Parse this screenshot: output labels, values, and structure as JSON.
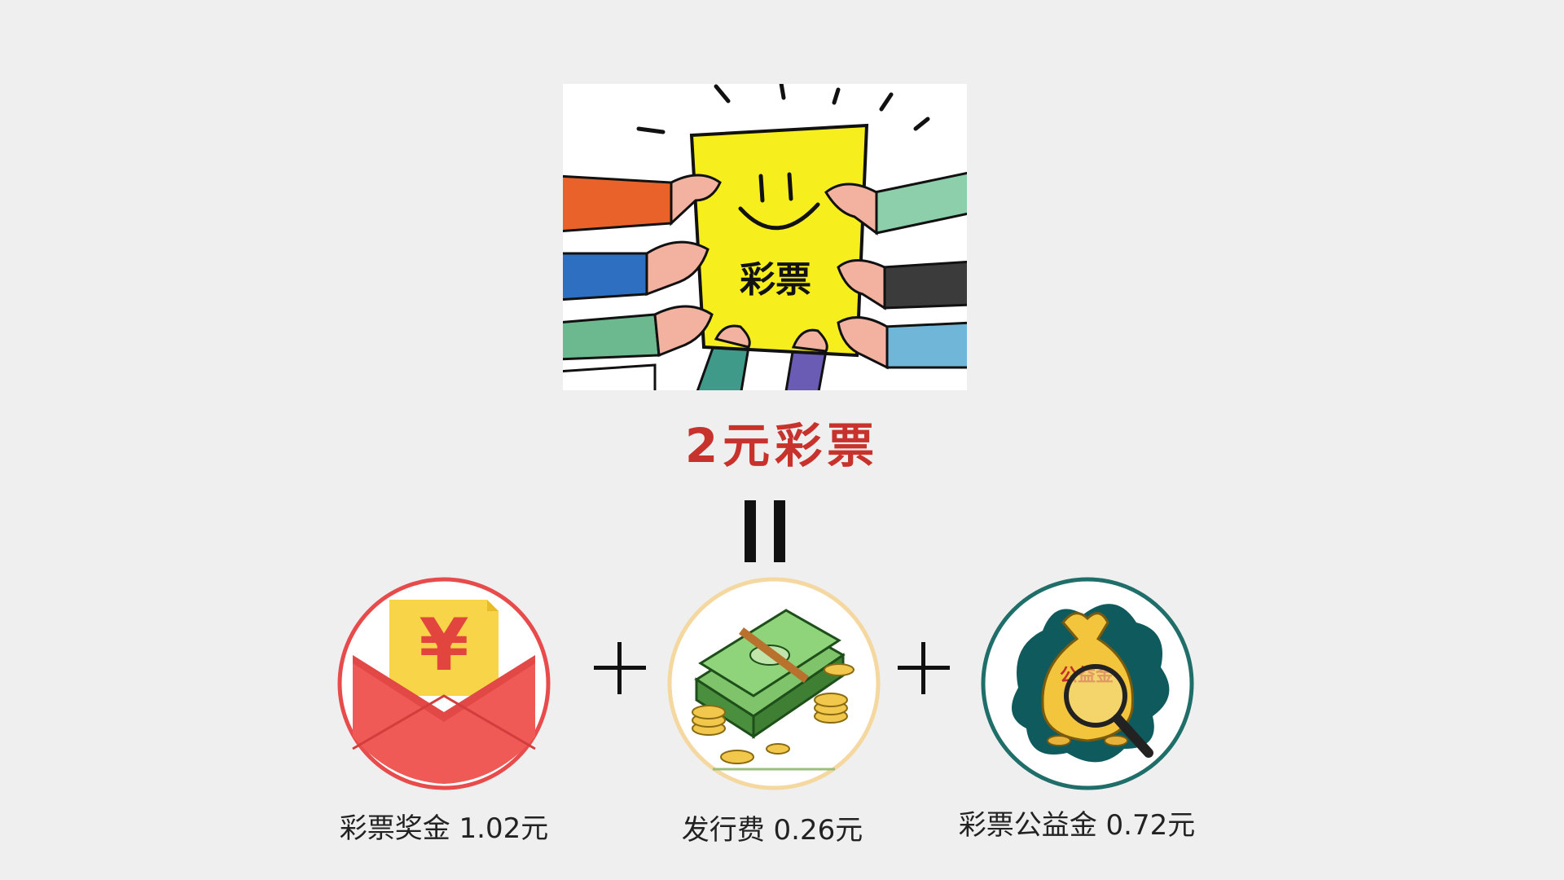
{
  "title": "2元彩票",
  "hero": {
    "ticket_text": "彩票"
  },
  "equals_sign": "=",
  "components": [
    {
      "caption": "彩票奖金 1.02元",
      "icon": "red-envelope-yuan-icon",
      "ring_color": "#e84b4b"
    },
    {
      "caption": "发行费 0.26元",
      "icon": "cash-stack-icon",
      "ring_color": "#f5d7a0"
    },
    {
      "caption": "彩票公益金 0.72元",
      "icon": "charity-fund-bag-magnifier-icon",
      "ring_color": "#1f6e6a"
    }
  ],
  "operators": [
    "+",
    "+"
  ],
  "colors": {
    "title": "#c8322c",
    "background": "#efefef",
    "ticket": "#f6ef1d"
  }
}
